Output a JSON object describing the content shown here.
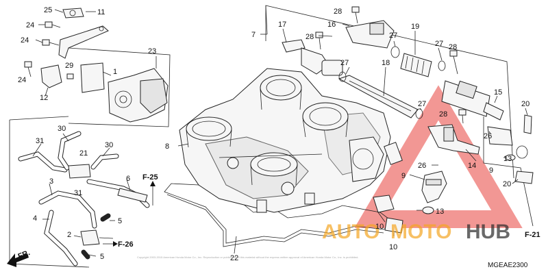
{
  "diagram": {
    "code": "MGEAE2300",
    "copyright": "Copyright 2003-2015 American Honda Motor Co., Inc. Reproduction or publication of this material without the express written approval of American Honda Motor Co., Inc. is prohibited."
  },
  "callouts": [
    {
      "id": "c-25",
      "text": "25"
    },
    {
      "id": "c-11",
      "text": "11"
    },
    {
      "id": "c-24a",
      "text": "24"
    },
    {
      "id": "c-24b",
      "text": "24"
    },
    {
      "id": "c-24c",
      "text": "24"
    },
    {
      "id": "c-23",
      "text": "23"
    },
    {
      "id": "c-29",
      "text": "29"
    },
    {
      "id": "c-1",
      "text": "1"
    },
    {
      "id": "c-12",
      "text": "12"
    },
    {
      "id": "c-7",
      "text": "7"
    },
    {
      "id": "c-8",
      "text": "8"
    },
    {
      "id": "c-17",
      "text": "17"
    },
    {
      "id": "c-16",
      "text": "16"
    },
    {
      "id": "c-28a",
      "text": "28"
    },
    {
      "id": "c-28b",
      "text": "28"
    },
    {
      "id": "c-28c",
      "text": "28"
    },
    {
      "id": "c-28d",
      "text": "28"
    },
    {
      "id": "c-27a",
      "text": "27"
    },
    {
      "id": "c-27b",
      "text": "27"
    },
    {
      "id": "c-27c",
      "text": "27"
    },
    {
      "id": "c-27d",
      "text": "27"
    },
    {
      "id": "c-19",
      "text": "19"
    },
    {
      "id": "c-18",
      "text": "18"
    },
    {
      "id": "c-15",
      "text": "15"
    },
    {
      "id": "c-20a",
      "text": "20"
    },
    {
      "id": "c-20b",
      "text": "20"
    },
    {
      "id": "c-26a",
      "text": "26"
    },
    {
      "id": "c-26b",
      "text": "26"
    },
    {
      "id": "c-14",
      "text": "14"
    },
    {
      "id": "c-13a",
      "text": "13"
    },
    {
      "id": "c-13b",
      "text": "13"
    },
    {
      "id": "c-9a",
      "text": "9"
    },
    {
      "id": "c-9b",
      "text": "9"
    },
    {
      "id": "c-10a",
      "text": "10"
    },
    {
      "id": "c-10b",
      "text": "10"
    },
    {
      "id": "c-22",
      "text": "22"
    },
    {
      "id": "c-31a",
      "text": "31"
    },
    {
      "id": "c-31b",
      "text": "31"
    },
    {
      "id": "c-30a",
      "text": "30"
    },
    {
      "id": "c-30b",
      "text": "30"
    },
    {
      "id": "c-21",
      "text": "21"
    },
    {
      "id": "c-3",
      "text": "3"
    },
    {
      "id": "c-6",
      "text": "6"
    },
    {
      "id": "c-4",
      "text": "4"
    },
    {
      "id": "c-5a",
      "text": "5"
    },
    {
      "id": "c-5b",
      "text": "5"
    },
    {
      "id": "c-2",
      "text": "2"
    }
  ],
  "refs": {
    "f25": "F-25",
    "f26": "F-26",
    "f21": "F-21",
    "fr": "FR."
  },
  "watermark": {
    "auto": "AUTO",
    "moto": "MOTO",
    "hub": "HUB",
    "color_red": "#e8413c",
    "color_orange": "#f5a623",
    "color_dark": "#2b2b2b"
  }
}
